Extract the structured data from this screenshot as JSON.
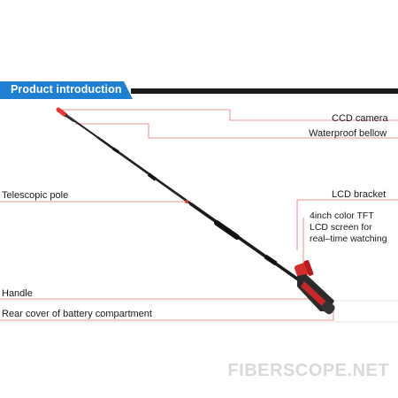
{
  "header": {
    "title": "Product introduction",
    "tab_color": "#1f7fd1",
    "bar_color": "#1a1a1a"
  },
  "callouts": {
    "ccd_camera": "CCD camera",
    "waterproof_bellow": "Waterproof bellow",
    "lcd_bracket": "LCD bracket",
    "lcd_screen_line1": "4inch color TFT",
    "lcd_screen_line2": "LCD screen for",
    "lcd_screen_line3": "real–time watching",
    "telescopic_pole": "Telescopic pole",
    "handle": "Handle",
    "battery_cover": "Rear cover of battery compartment"
  },
  "leader_color": "#e57373",
  "watermark": "FIBERSCOPE.NET"
}
